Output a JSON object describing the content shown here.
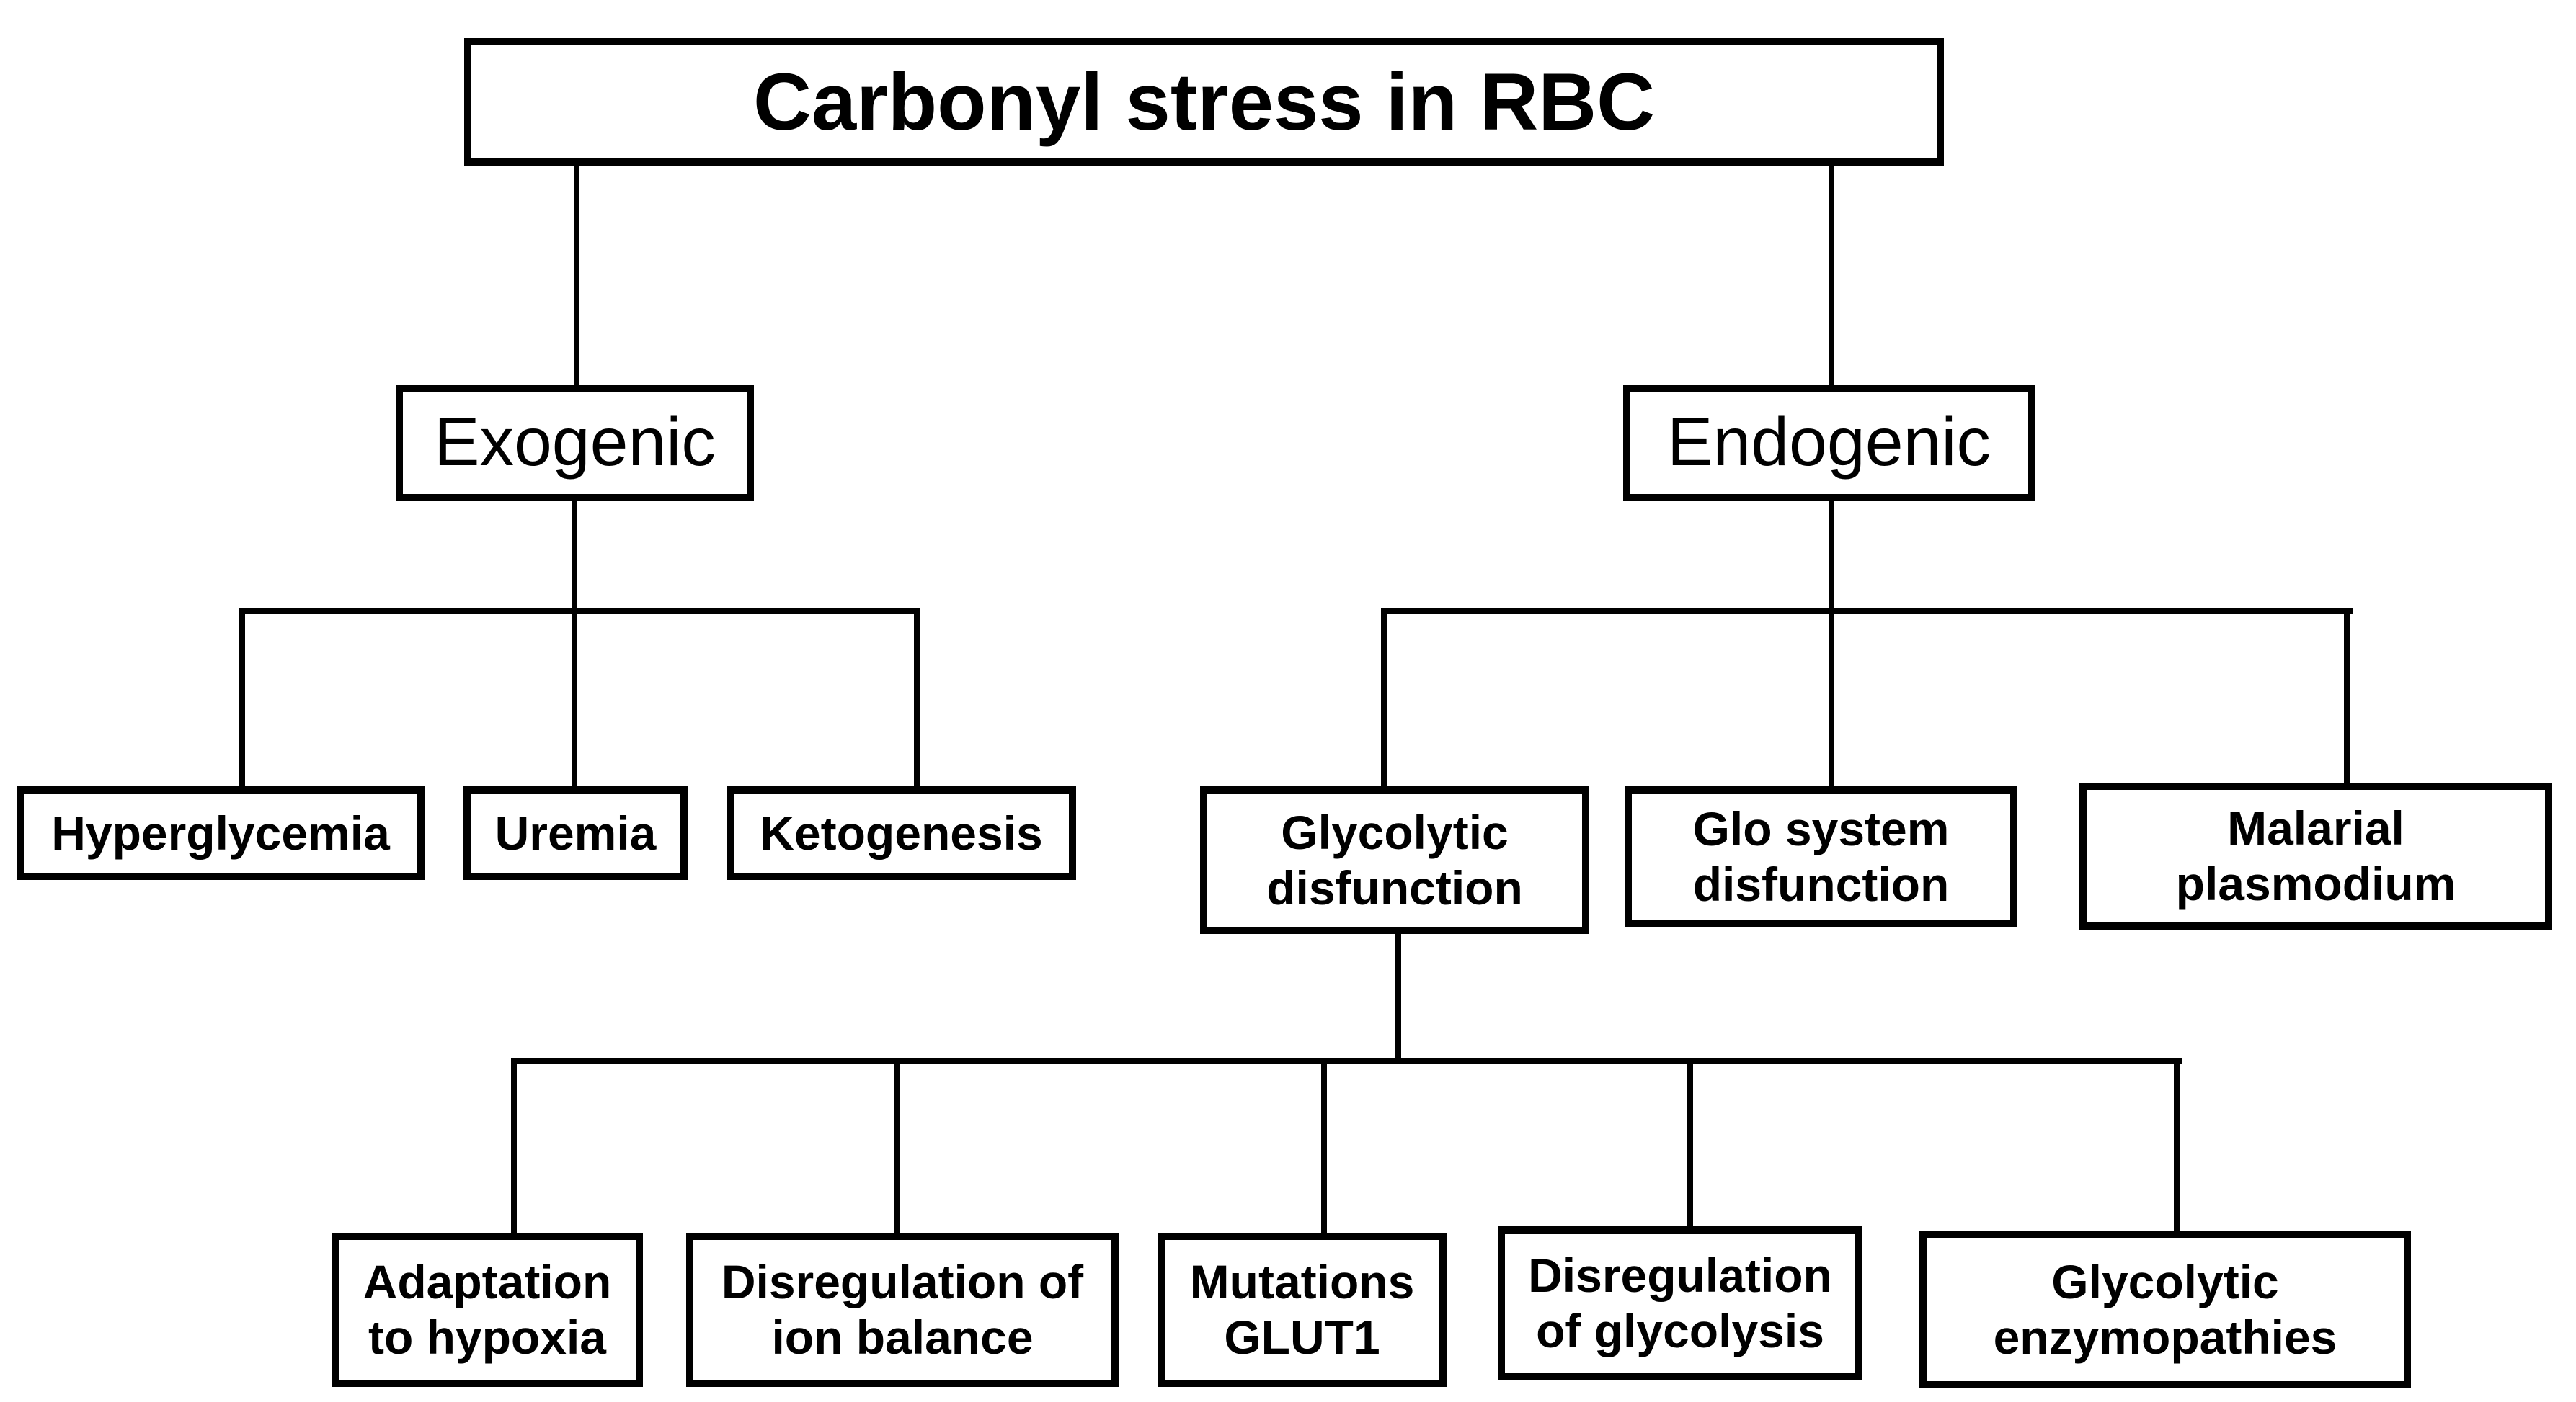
{
  "page": {
    "background_color": "#ffffff",
    "ink_color": "#000000"
  },
  "diagram": {
    "type": "tree-flowchart",
    "root": {
      "label": "Carbonyl stress in RBC"
    },
    "branches": [
      {
        "label": "Exogenic",
        "children": [
          {
            "lines": [
              "Hyperglycemia"
            ]
          },
          {
            "lines": [
              "Uremia"
            ]
          },
          {
            "lines": [
              "Ketogenesis"
            ]
          }
        ]
      },
      {
        "label": "Endogenic",
        "children": [
          {
            "lines": [
              "Glycolytic",
              "disfunction"
            ],
            "children": [
              {
                "lines": [
                  "Adaptation",
                  "to hypoxia"
                ]
              },
              {
                "lines": [
                  "Disregulation of",
                  "ion balance"
                ]
              },
              {
                "lines": [
                  "Mutations",
                  "GLUT1"
                ]
              },
              {
                "lines": [
                  "Disregulation",
                  "of glycolysis"
                ]
              },
              {
                "lines": [
                  "Glycolytic",
                  "enzymopathies"
                ]
              }
            ]
          },
          {
            "lines": [
              "Glo system",
              "disfunction"
            ]
          },
          {
            "lines": [
              "Malarial",
              "plasmodium"
            ]
          }
        ]
      }
    ]
  }
}
